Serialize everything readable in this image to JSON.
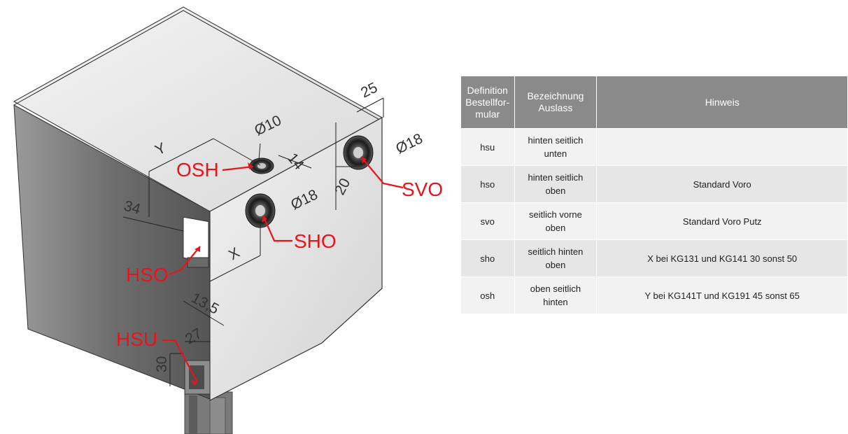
{
  "drawing": {
    "dimensions": {
      "y": "Y",
      "diam_top": "Ø10",
      "d_14": "14",
      "d_25": "25",
      "diam_right": "Ø18",
      "d_20": "20",
      "d_34": "34",
      "diam_mid": "Ø18",
      "x": "X",
      "d_135": "13,5",
      "d_27": "27",
      "d_30": "30"
    },
    "callouts": {
      "osh": "OSH",
      "svo": "SVO",
      "sho": "SHO",
      "hso": "HSO",
      "hsu": "HSU"
    },
    "callout_color": "#e8141b"
  },
  "table": {
    "headers": {
      "definition": "Definition Bestellfor-mular",
      "bezeichnung": "Bezeichnung Auslass",
      "hinweis": "Hinweis"
    },
    "header_color": "#8a8a8a",
    "rows": [
      {
        "code": "hsu",
        "name": "hinten seitlich unten",
        "note": ""
      },
      {
        "code": "hso",
        "name": "hinten seitlich oben",
        "note": "Standard Voro"
      },
      {
        "code": "svo",
        "name": "seitlich vorne oben",
        "note": "Standard Voro Putz"
      },
      {
        "code": "sho",
        "name": "seitlich hinten oben",
        "note": "X bei KG131 und KG141 30 sonst 50"
      },
      {
        "code": "osh",
        "name": "oben seitlich hinten",
        "note": "Y bei KG141T und KG191 45 sonst 65"
      }
    ]
  }
}
